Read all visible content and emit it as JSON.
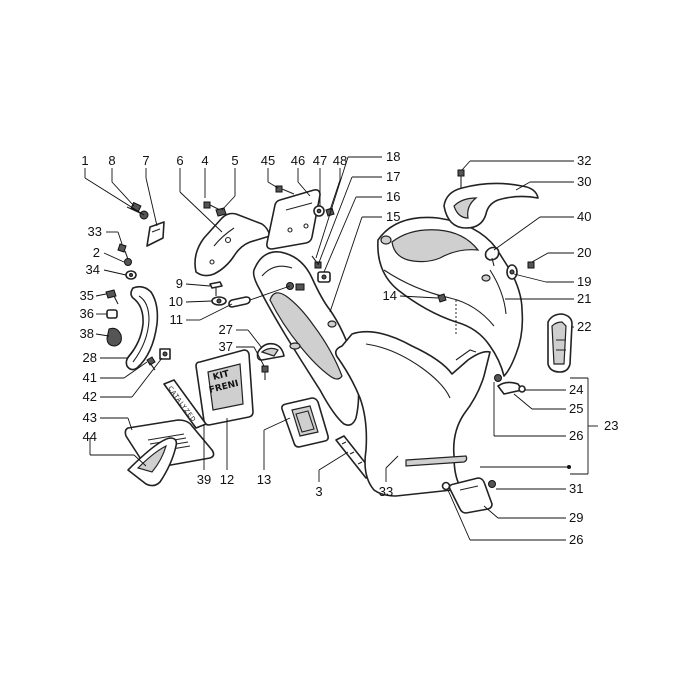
{
  "diagram": {
    "callouts": [
      "1",
      "8",
      "7",
      "6",
      "4",
      "5",
      "45",
      "46",
      "47",
      "48",
      "18",
      "17",
      "16",
      "15",
      "32",
      "30",
      "40",
      "20",
      "19",
      "21",
      "22",
      "14",
      "33",
      "2",
      "34",
      "35",
      "36",
      "38",
      "28",
      "41",
      "42",
      "9",
      "10",
      "11",
      "27",
      "37",
      "43",
      "44",
      "39",
      "12",
      "13",
      "3",
      "33",
      "24",
      "25",
      "23",
      "26",
      "31",
      "29",
      "26"
    ],
    "decals": {
      "kit_freni_line1": "KIT",
      "kit_freni_line2": "FRENI",
      "catalyzed": "CATALYZED"
    }
  }
}
